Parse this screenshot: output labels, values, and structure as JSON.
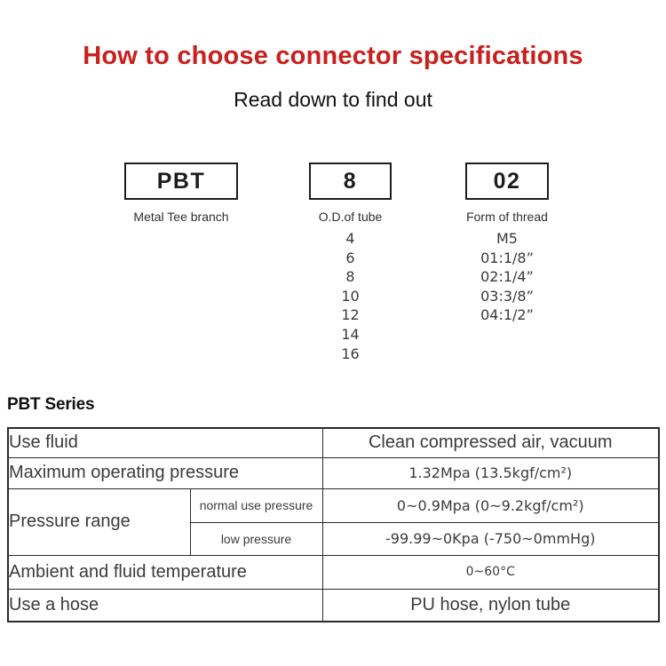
{
  "header": {
    "title": "How to choose connector specifications",
    "subtitle": "Read down to find out"
  },
  "selector": {
    "columns": [
      {
        "code": "PBT",
        "label": "Metal Tee branch",
        "options": []
      },
      {
        "code": "8",
        "label": "O.D.of tube",
        "options": [
          "4",
          "6",
          "8",
          "10",
          "12",
          "14",
          "16"
        ]
      },
      {
        "code": "02",
        "label": "Form of thread",
        "options": [
          "M5",
          "01:1/8”",
          "02:1/4”",
          "03:3/8”",
          "04:1/2”"
        ]
      }
    ]
  },
  "series": {
    "heading": "PBT Series",
    "table": {
      "rows": [
        {
          "label": "Use fluid",
          "value": "Clean compressed air, vacuum"
        },
        {
          "label": "Maximum operating pressure",
          "value": "1.32Mpa (13.5kgf/cm²)"
        },
        {
          "label": "Pressure range",
          "sub": [
            {
              "label": "normal use pressure",
              "value": "0~0.9Mpa (0~9.2kgf/cm²)"
            },
            {
              "label": "low pressure",
              "value": "-99.99~0Kpa (-750~0mmHg)"
            }
          ]
        },
        {
          "label": "Ambient and fluid temperature",
          "value": "0~60°C"
        },
        {
          "label": "Use a hose",
          "value": "PU hose, nylon tube"
        }
      ]
    }
  },
  "colors": {
    "title_red": "#c9201d",
    "row_beige": "#f6eee0",
    "table_border": "#2a2a2a",
    "text_dark": "#3b3b3b"
  }
}
